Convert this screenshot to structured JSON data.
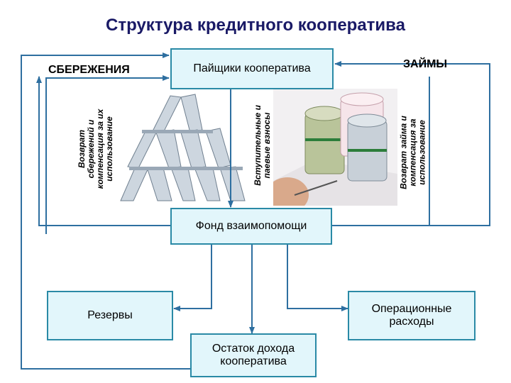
{
  "title": "Структура кредитного кооператива",
  "labels": {
    "savings": "СБЕРЕЖЕНИЯ",
    "loans": "ЗАЙМЫ"
  },
  "boxes": {
    "members": "Пайщики кооператива",
    "fund": "Фонд взаимопомощи",
    "reserves": "Резервы",
    "operating": "Операционные расходы",
    "remainder": "Остаток дохода кооператива"
  },
  "flows": {
    "savings_return": [
      "Возврат",
      "сбережений и",
      "компенсация за их",
      "использование"
    ],
    "member_fees": [
      "Вступительные и",
      "паевые взносы"
    ],
    "loan_return": [
      "Возврат займа и",
      "компенсация за",
      "использование"
    ]
  },
  "colors": {
    "box_fill": "#e2f6fb",
    "box_border": "#2a8aa6",
    "lines": "#2e6fa0",
    "title": "#1a1a66"
  },
  "images": {
    "left": "house-of-cards-banknotes",
    "right": "rolled-banknotes-and-pen"
  }
}
